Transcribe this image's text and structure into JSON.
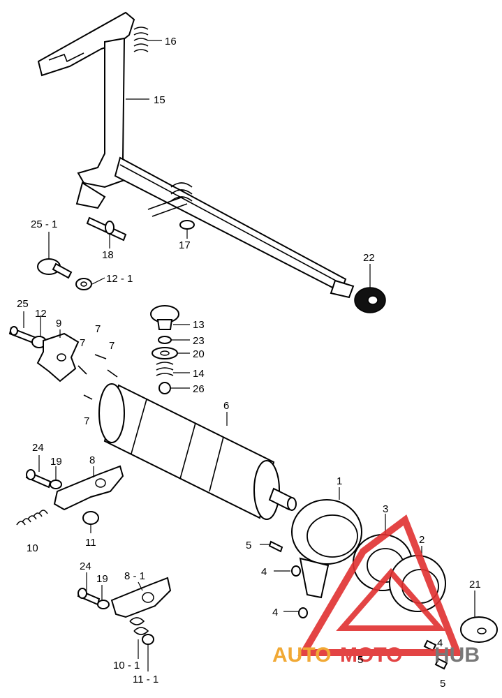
{
  "callouts": [
    {
      "id": "16",
      "text": "16"
    },
    {
      "id": "15",
      "text": "15"
    },
    {
      "id": "25-1",
      "text": "25 - 1"
    },
    {
      "id": "18",
      "text": "18"
    },
    {
      "id": "17",
      "text": "17"
    },
    {
      "id": "12-1",
      "text": "12 - 1"
    },
    {
      "id": "22",
      "text": "22"
    },
    {
      "id": "25",
      "text": "25"
    },
    {
      "id": "12",
      "text": "12"
    },
    {
      "id": "9",
      "text": "9"
    },
    {
      "id": "7a",
      "text": "7"
    },
    {
      "id": "7b",
      "text": "7"
    },
    {
      "id": "7c",
      "text": "7"
    },
    {
      "id": "7d",
      "text": "7"
    },
    {
      "id": "13",
      "text": "13"
    },
    {
      "id": "23",
      "text": "23"
    },
    {
      "id": "20",
      "text": "20"
    },
    {
      "id": "14",
      "text": "14"
    },
    {
      "id": "26",
      "text": "26"
    },
    {
      "id": "6",
      "text": "6"
    },
    {
      "id": "24a",
      "text": "24"
    },
    {
      "id": "19a",
      "text": "19"
    },
    {
      "id": "8",
      "text": "8"
    },
    {
      "id": "10",
      "text": "10"
    },
    {
      "id": "11",
      "text": "11"
    },
    {
      "id": "1",
      "text": "1"
    },
    {
      "id": "3",
      "text": "3"
    },
    {
      "id": "2",
      "text": "2"
    },
    {
      "id": "5a",
      "text": "5"
    },
    {
      "id": "4a",
      "text": "4"
    },
    {
      "id": "4b",
      "text": "4"
    },
    {
      "id": "21",
      "text": "21"
    },
    {
      "id": "24b",
      "text": "24"
    },
    {
      "id": "19b",
      "text": "19"
    },
    {
      "id": "8-1",
      "text": "8 - 1"
    },
    {
      "id": "10-1",
      "text": "10 - 1"
    },
    {
      "id": "11-1",
      "text": "11 - 1"
    },
    {
      "id": "5b",
      "text": "5"
    },
    {
      "id": "4c",
      "text": "4"
    },
    {
      "id": "5c",
      "text": "5"
    }
  ],
  "watermark": {
    "part1": "AUTO",
    "part2": "MOTO",
    "part3": "HUB",
    "colors": {
      "red": "#e03030",
      "orange": "#f0a020",
      "gray": "#6a6a6a"
    }
  }
}
